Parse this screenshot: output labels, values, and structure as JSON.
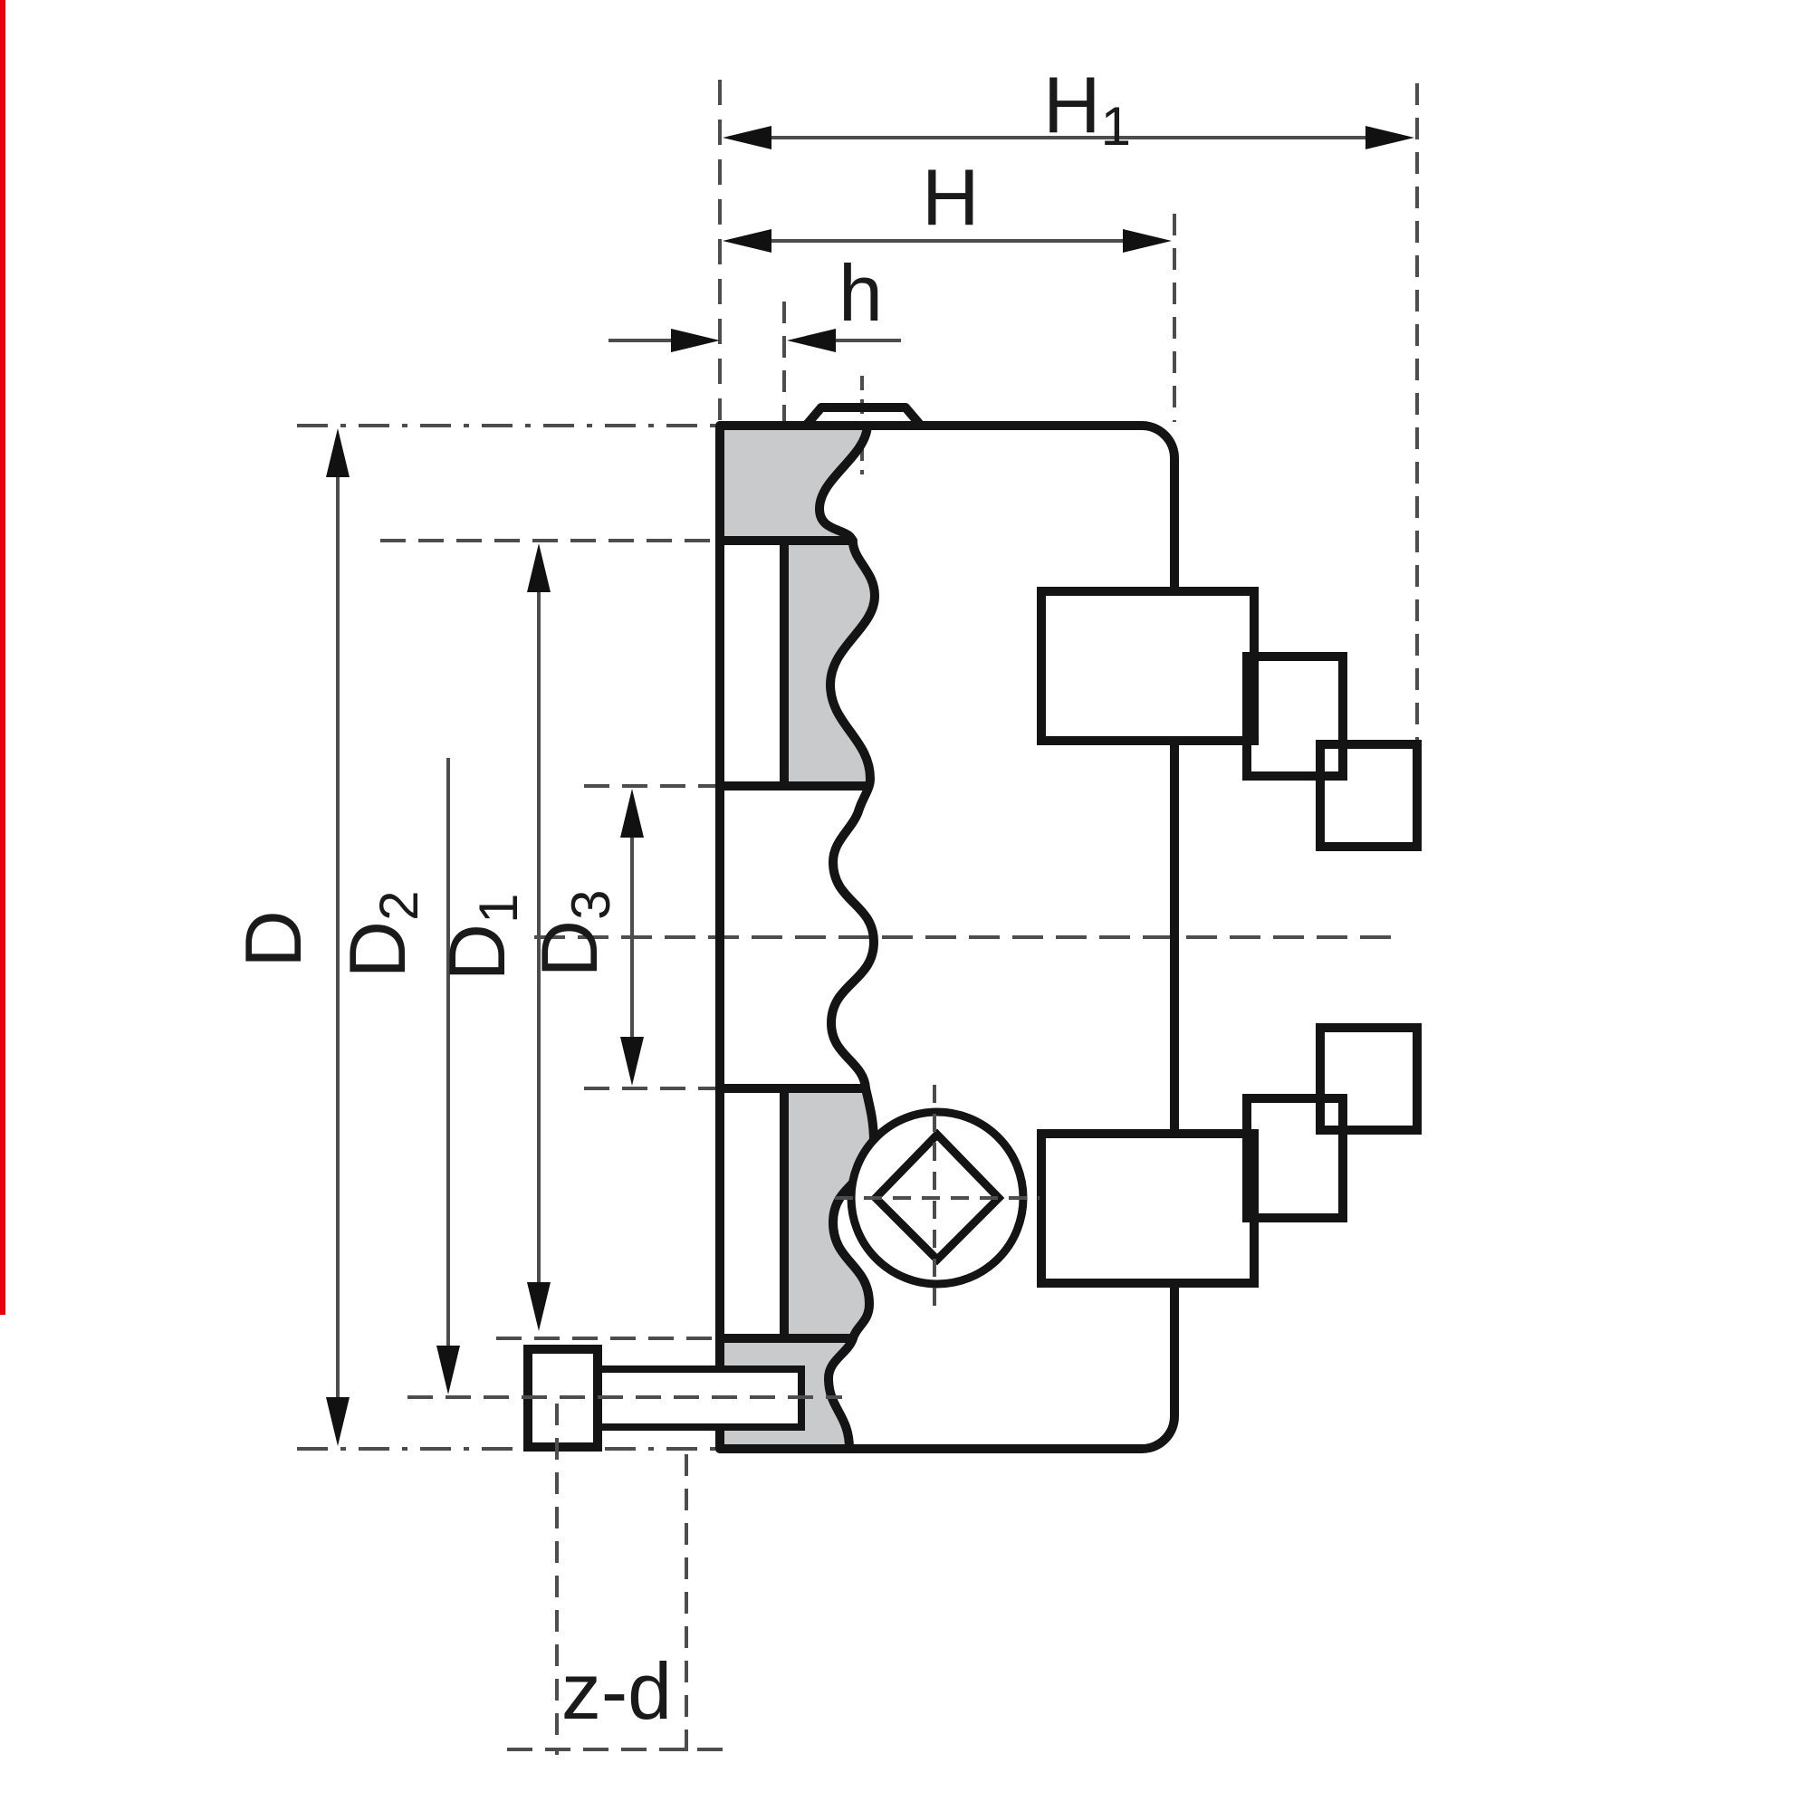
{
  "figure": {
    "type": "technical-drawing",
    "subject": "lathe chuck side cross-section with dimension callouts",
    "colors": {
      "outline": "#141414",
      "section_fill": "#c9cacc",
      "dimension_line": "#4d4d4d",
      "background": "#ffffff",
      "left_edge_accent": "#e8000d"
    },
    "labels": {
      "H1": {
        "base": "H",
        "sub": "1"
      },
      "H": {
        "base": "H"
      },
      "h": {
        "base": "h"
      },
      "D": {
        "base": "D"
      },
      "D2": {
        "base": "D",
        "sub": "2"
      },
      "D1": {
        "base": "D",
        "sub": "1"
      },
      "D3": {
        "base": "D",
        "sub": "3"
      },
      "zd": {
        "base": "z-d"
      }
    }
  }
}
